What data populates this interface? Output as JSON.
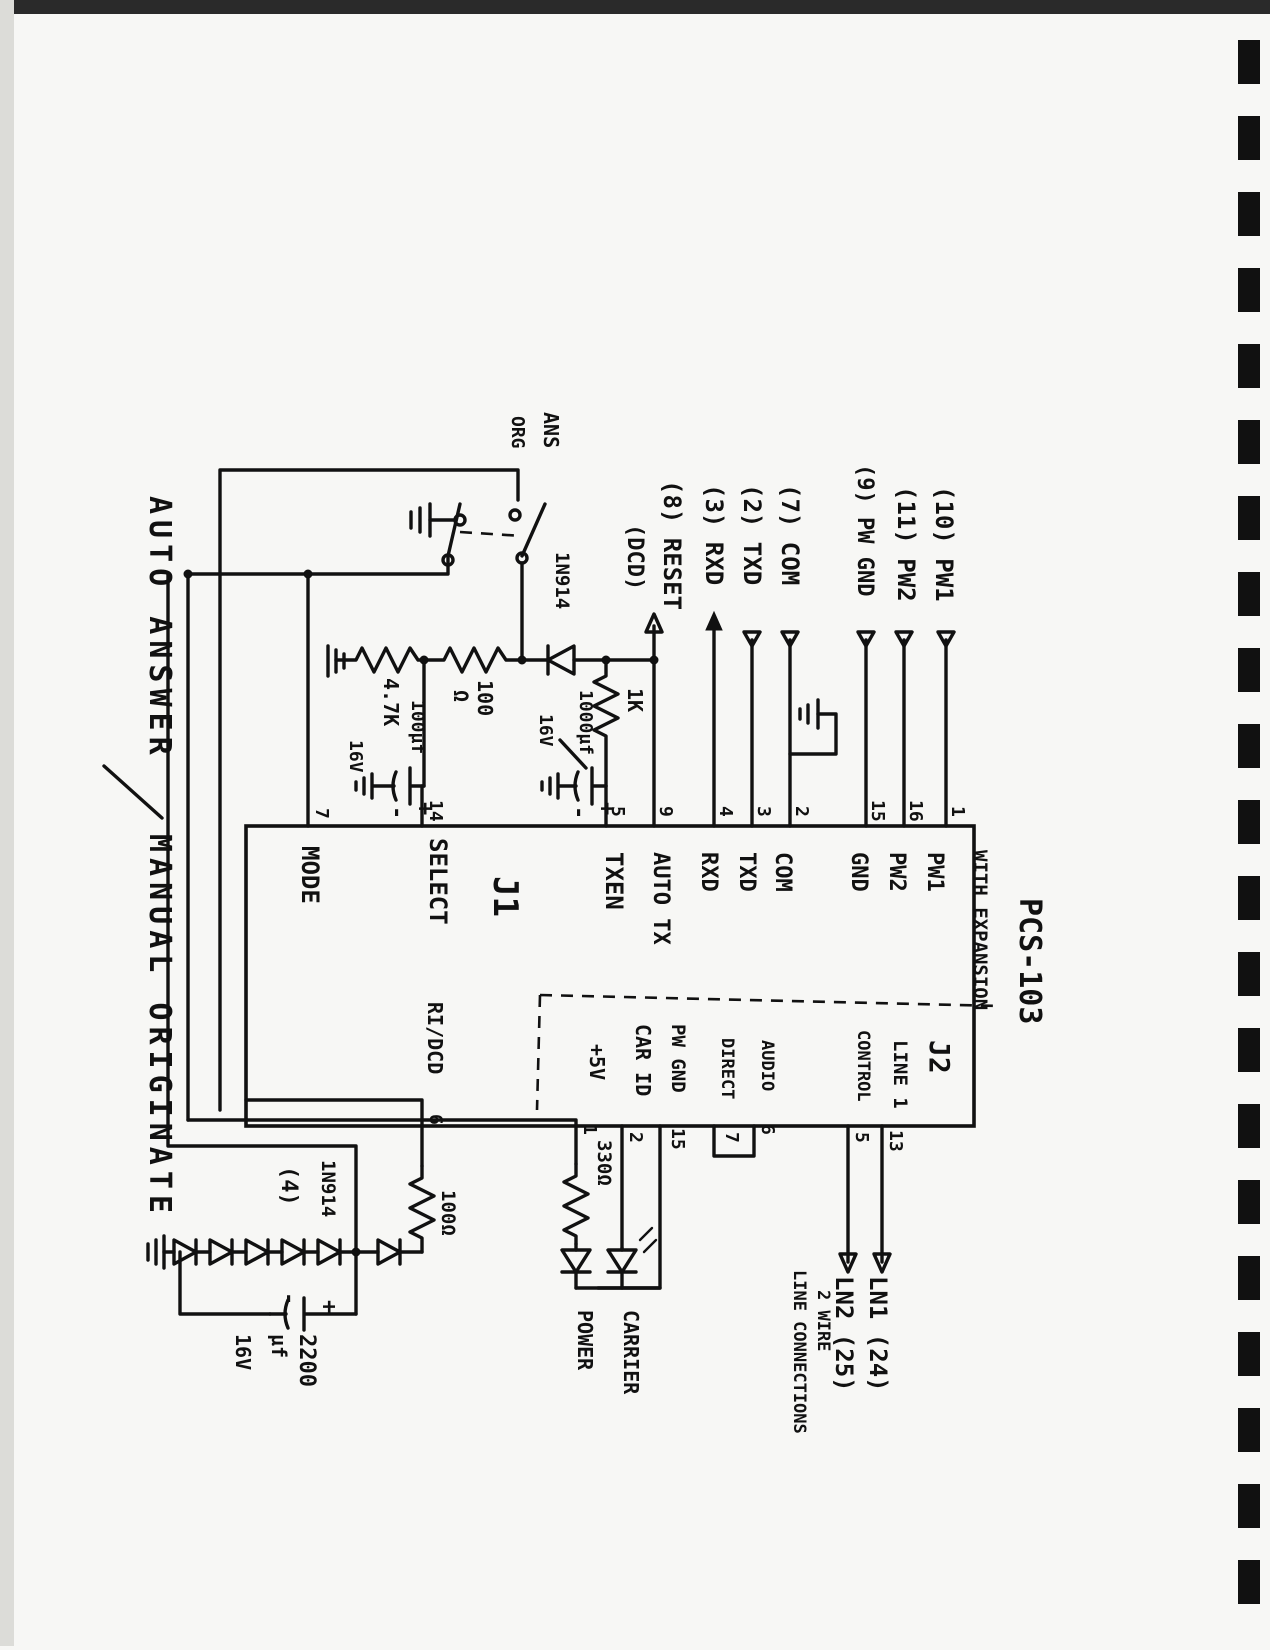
{
  "labels": {
    "title_auto": "AUTO ANSWER",
    "title_slash": "/",
    "title_manual": "MANUAL ORIGINATE",
    "chip_name": "PCS-103",
    "chip_sub": "WITH EXPANSION",
    "j1": "J1",
    "j2": "J2",
    "sw_ans": "ANS",
    "sw_org": "ORG",
    "diode_top": "1N914",
    "res_47k": "4.7K",
    "res_100_top": "100",
    "res_100_top_unit": "Ω",
    "cap_a_val": "100µf",
    "cap_a_v": "16V",
    "cap_b_val": "1000µf",
    "cap_b_v": "16V",
    "res_1k": "1K",
    "res_100_bot": "100Ω",
    "diode_bot": "1N914",
    "diode_bot_qty": "(4)",
    "cap_big_val": "2200",
    "cap_big_unit": "µf",
    "cap_big_v": "16V",
    "res_330": "330Ω",
    "led_carrier": "CARRIER",
    "led_power": "POWER",
    "line_note_1": "2 WIRE",
    "line_note_2": "LINE CONNECTIONS"
  },
  "connector_pins": [
    {
      "label": "(10) PW1"
    },
    {
      "label": "(11) PW2"
    },
    {
      "label": "(9) PW GND"
    },
    {
      "label": "(7) COM"
    },
    {
      "label": "(2) TXD"
    },
    {
      "label": "(3) RXD"
    },
    {
      "label": "(8) RESET"
    },
    {
      "label": "(DCD)"
    }
  ],
  "j1_pins": [
    {
      "num": "1",
      "name": "PW1"
    },
    {
      "num": "16",
      "name": "PW2"
    },
    {
      "num": "15",
      "name": "GND"
    },
    {
      "num": "2",
      "name": "COM"
    },
    {
      "num": "3",
      "name": "TXD"
    },
    {
      "num": "4",
      "name": "RXD"
    },
    {
      "num": "9",
      "name": "AUTO TX"
    },
    {
      "num": "5",
      "name": "TXEN"
    },
    {
      "num": "14",
      "name": "SELECT"
    },
    {
      "num": "7",
      "name": "MODE"
    }
  ],
  "j2_pins": [
    {
      "num": "13",
      "name": "LINE 1"
    },
    {
      "num": "5",
      "name": "CONTROL"
    },
    {
      "num": "6",
      "name": "AUDIO"
    },
    {
      "num": "7",
      "name": "DIRECT"
    },
    {
      "num": "15",
      "name": "PW GND"
    },
    {
      "num": "2",
      "name": "CAR ID"
    },
    {
      "num": "1",
      "name": "+5V"
    },
    {
      "num": "6",
      "name": "RI/DCD"
    }
  ],
  "line_pins": [
    {
      "label": "LN1 (24)"
    },
    {
      "label": "LN2 (25)"
    }
  ]
}
